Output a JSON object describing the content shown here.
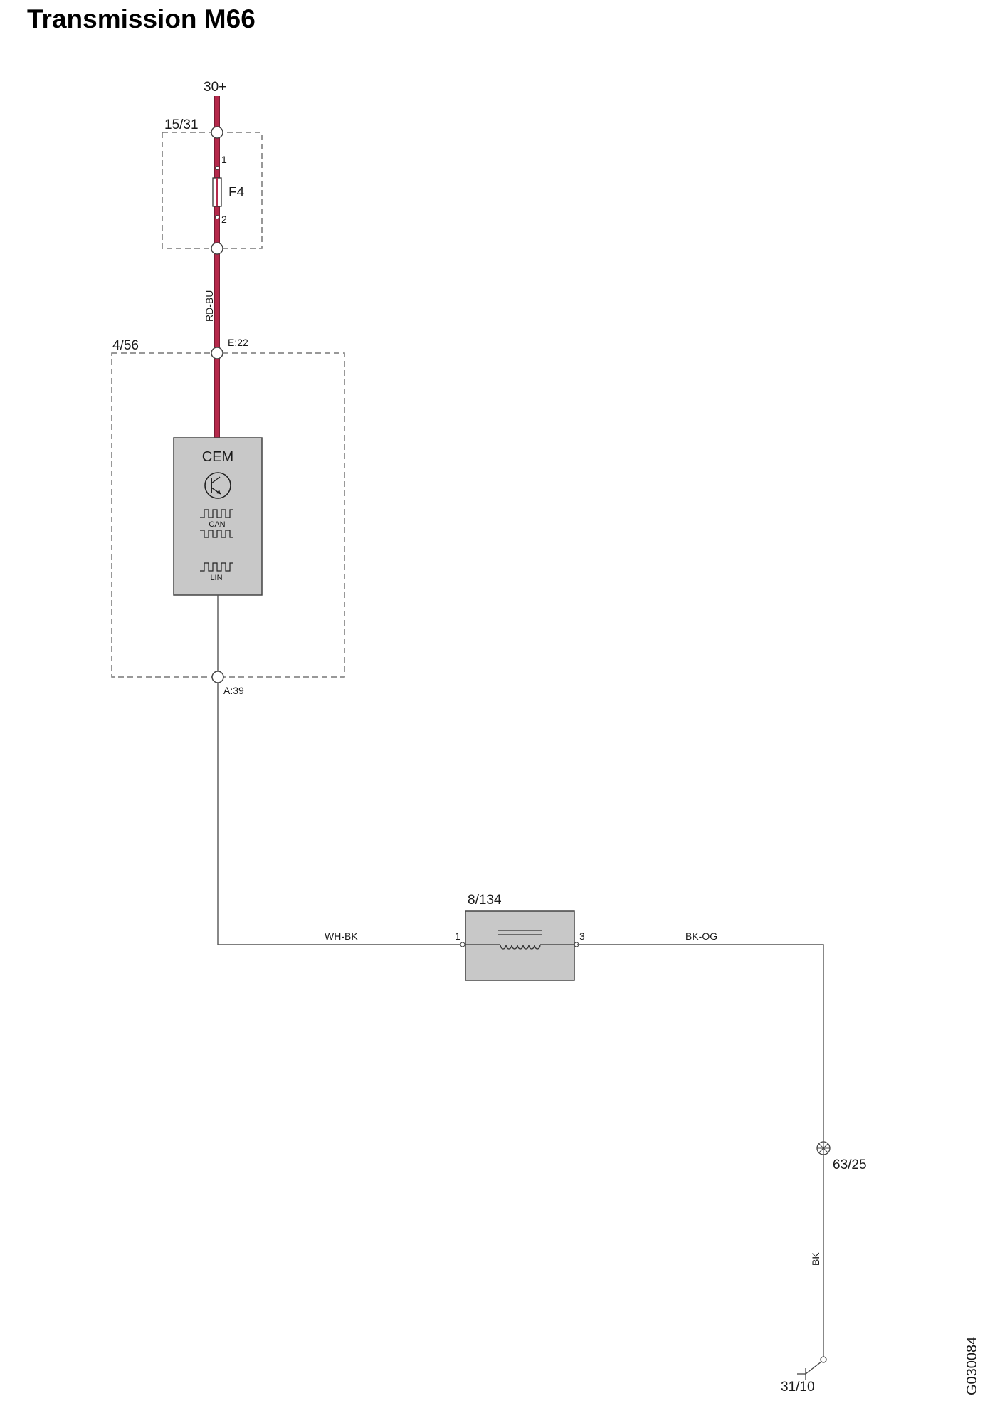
{
  "title": "Transmission M66",
  "drawing_id": "G030084",
  "colors": {
    "power_wire": "#b5294b",
    "power_wire_dark": "#7a1a33",
    "signal_wire": "#555555",
    "module_fill": "#c8c8c8",
    "module_border": "#444444",
    "dashed_box": "#777777"
  },
  "power": {
    "label": "30+"
  },
  "fuse_box": {
    "label": "15/31",
    "fuse_label": "F4",
    "pin_in": "1",
    "pin_out": "2"
  },
  "wires": {
    "w1": "RD-BU",
    "w2": "WH-BK",
    "w3": "BK-OG",
    "w4": "BK"
  },
  "cem_box": {
    "label": "4/56",
    "pin_top": "E:22",
    "pin_bottom": "A:39",
    "module_name": "CEM",
    "can_label": "CAN",
    "lin_label": "LIN",
    "transistor_icon": "transistor-icon"
  },
  "solenoid": {
    "label": "8/134",
    "pin_left": "1",
    "pin_right": "3",
    "icon": "solenoid-coil-icon"
  },
  "splice": {
    "label": "63/25"
  },
  "ground": {
    "label": "31/10"
  }
}
